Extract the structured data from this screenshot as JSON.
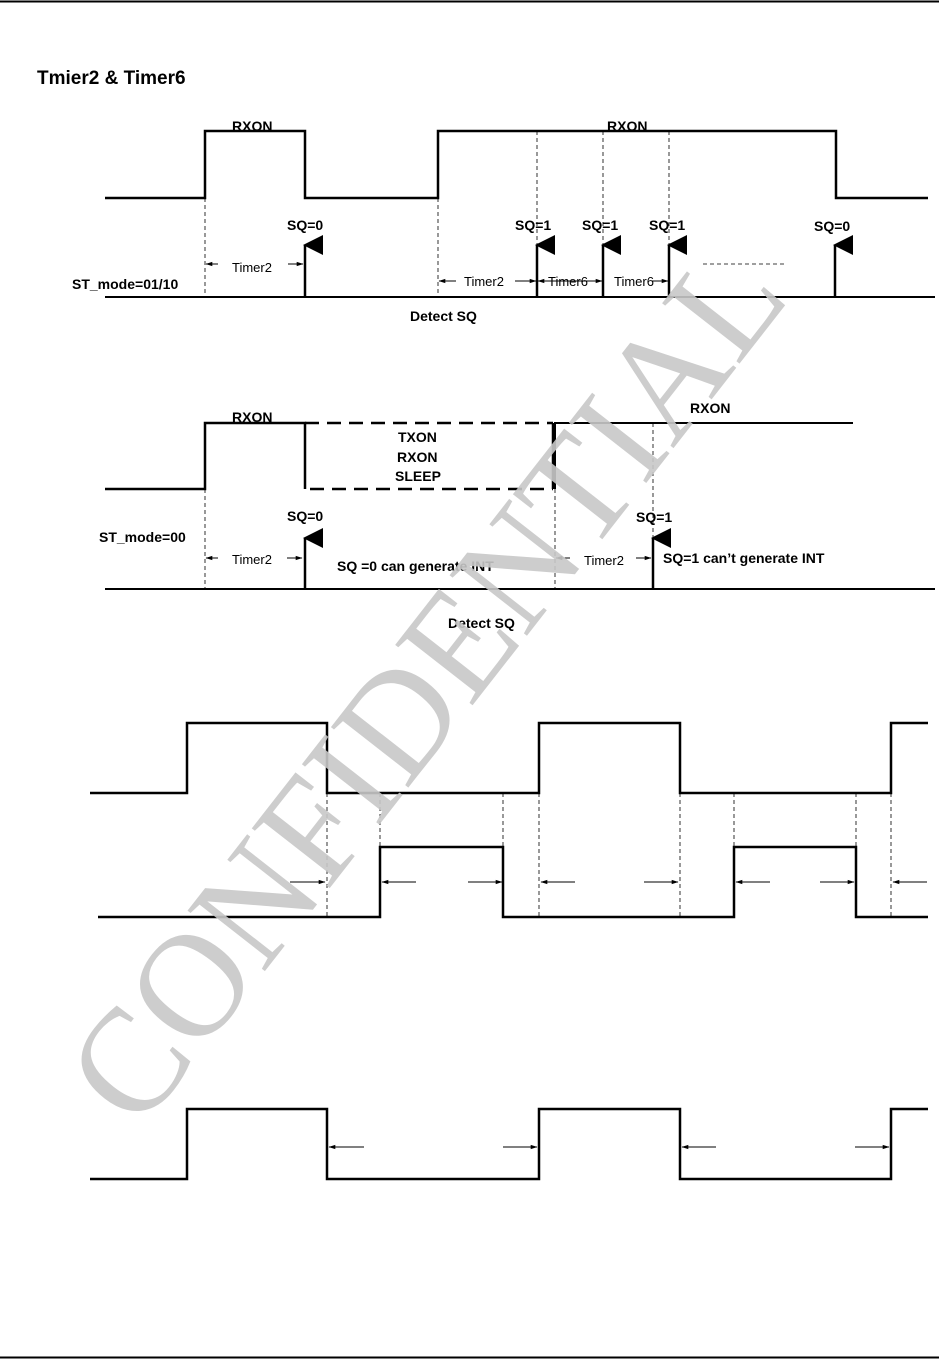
{
  "section_title": "Tmier2 & Timer6",
  "diagram1": {
    "rxon_left": "RXON",
    "rxon_right": "RXON",
    "sq_labels": [
      "SQ=0",
      "SQ=1",
      "SQ=1",
      "SQ=1",
      "SQ=0"
    ],
    "timer_labels": [
      "Timer2",
      "Timer2",
      "Timer6",
      "Timer6"
    ],
    "mode_label": "ST_mode=01/10",
    "detect_label": "Detect SQ"
  },
  "diagram2": {
    "rxon_left": "RXON",
    "rxon_right": "RXON",
    "state_labels": [
      "TXON",
      "RXON",
      "SLEEP"
    ],
    "sq_left": "SQ=0",
    "sq_right": "SQ=1",
    "timer_labels": [
      "Timer2",
      "Timer2"
    ],
    "mode_label": "ST_mode=00",
    "note_left": "SQ =0  can generate INT",
    "note_right": "SQ=1  can’t  generate INT",
    "detect_label": "Detect SQ"
  },
  "watermark": "CONFIDENTIAL"
}
